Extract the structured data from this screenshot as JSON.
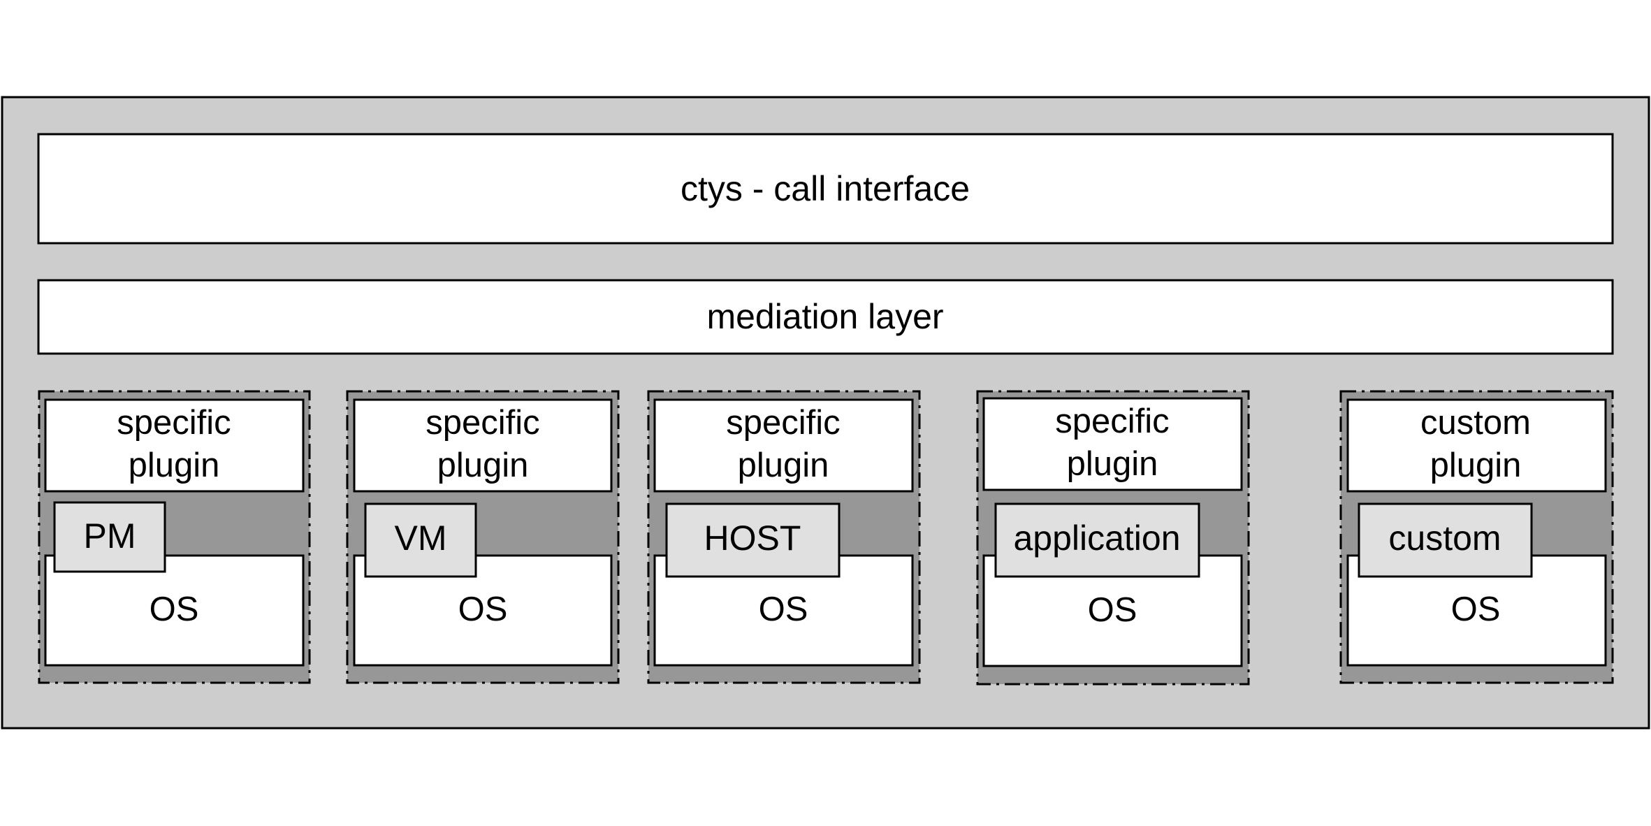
{
  "colors": {
    "frame_fill": "#cdcdcd",
    "stack_fill": "#979797",
    "chip_fill": "#e0e0e0",
    "box_fill": "#ffffff",
    "stroke": "#000000"
  },
  "call_interface": {
    "label": "ctys - call interface"
  },
  "mediation_layer": {
    "label": "mediation layer"
  },
  "stacks": [
    {
      "plugin_line1": "specific",
      "plugin_line2": "plugin",
      "chip": "PM",
      "os": "OS"
    },
    {
      "plugin_line1": "specific",
      "plugin_line2": "plugin",
      "chip": "VM",
      "os": "OS"
    },
    {
      "plugin_line1": "specific",
      "plugin_line2": "plugin",
      "chip": "HOST",
      "os": "OS"
    },
    {
      "plugin_line1": "specific",
      "plugin_line2": "plugin",
      "chip": "application",
      "os": "OS"
    },
    {
      "plugin_line1": "custom",
      "plugin_line2": "plugin",
      "chip": "custom",
      "os": "OS"
    }
  ]
}
